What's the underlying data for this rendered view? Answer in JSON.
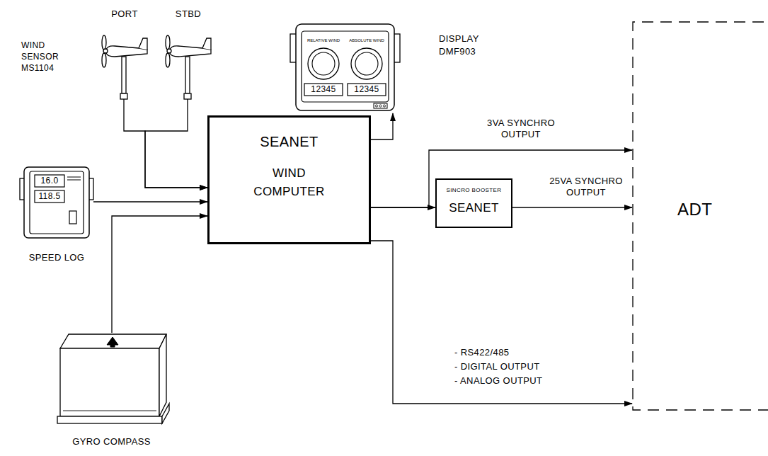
{
  "diagram": {
    "nodes": [
      {
        "text": [
          "PORT"
        ]
      },
      {
        "text": [
          "STBD"
        ]
      },
      {
        "text": [
          "DISPLAY DMF903",
          "RELATIVE WIND",
          "ABSOLUTE WIND",
          "12345",
          "12345"
        ]
      },
      {
        "text": [
          "SEANET",
          "WIND COMPUTER"
        ]
      },
      {
        "text": [
          "SINCRO BOOSTER",
          "SEANET"
        ]
      },
      {
        "text": [
          "ADT"
        ]
      },
      {
        "text": [
          "16.0",
          "118.5",
          "SPEED LOG"
        ]
      },
      {
        "text": [
          "GYRO COMPASS"
        ]
      }
    ],
    "edges": [
      {
        "from": 0,
        "to": 3,
        "arrow": "to"
      },
      {
        "from": 1,
        "to": 3,
        "arrow": "to"
      },
      {
        "from": 6,
        "to": 3,
        "arrow": "to"
      },
      {
        "from": 7,
        "to": 3,
        "arrow": "to"
      },
      {
        "from": 3,
        "to": 2,
        "arrow": "to"
      },
      {
        "from": 3,
        "to": 5,
        "label": "3VA SYNCHRO OUTPUT",
        "arrow": "to"
      },
      {
        "from": 3,
        "to": 4,
        "arrow": "to"
      },
      {
        "from": 4,
        "to": 5,
        "label": "25VA SYNCHRO OUTPUT",
        "arrow": "to"
      },
      {
        "from": 3,
        "to": 5,
        "arrow": "to"
      }
    ],
    "labels": [
      "WIND SENSOR MS1104",
      "- RS422/485",
      "- DIGITAL OUTPUT",
      "- ANALOG OUTPUT"
    ]
  }
}
